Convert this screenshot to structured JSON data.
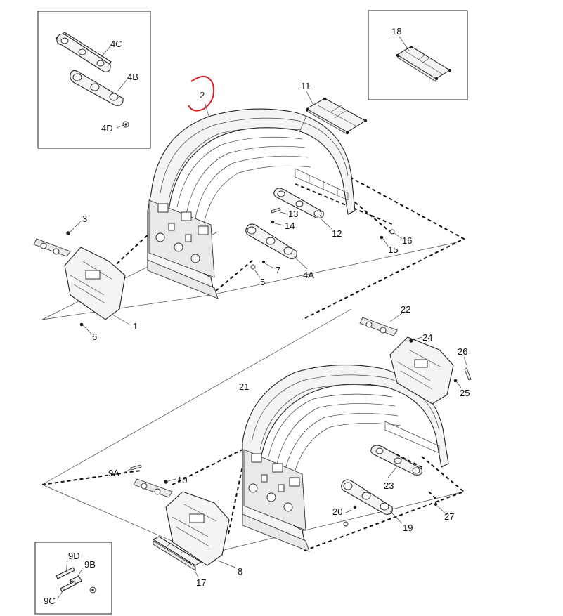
{
  "labels": {
    "l1": "1",
    "l2": "2",
    "l3": "3",
    "l4a": "4A",
    "l4b": "4B",
    "l4c": "4C",
    "l4d": "4D",
    "l5": "5",
    "l6": "6",
    "l7": "7",
    "l8": "8",
    "l9a": "9A",
    "l9b": "9B",
    "l9c": "9C",
    "l9d": "9D",
    "l10": "10",
    "l11": "11",
    "l12": "12",
    "l13": "13",
    "l14": "14",
    "l15": "15",
    "l16": "16",
    "l17": "17",
    "l18": "18",
    "l19": "19",
    "l20": "20",
    "l21": "21",
    "l22": "22",
    "l23": "23",
    "l24": "24",
    "l25": "25",
    "l26": "26",
    "l27": "27"
  },
  "colors": {
    "highlight": "#d91e1e",
    "ink": "#222222"
  }
}
